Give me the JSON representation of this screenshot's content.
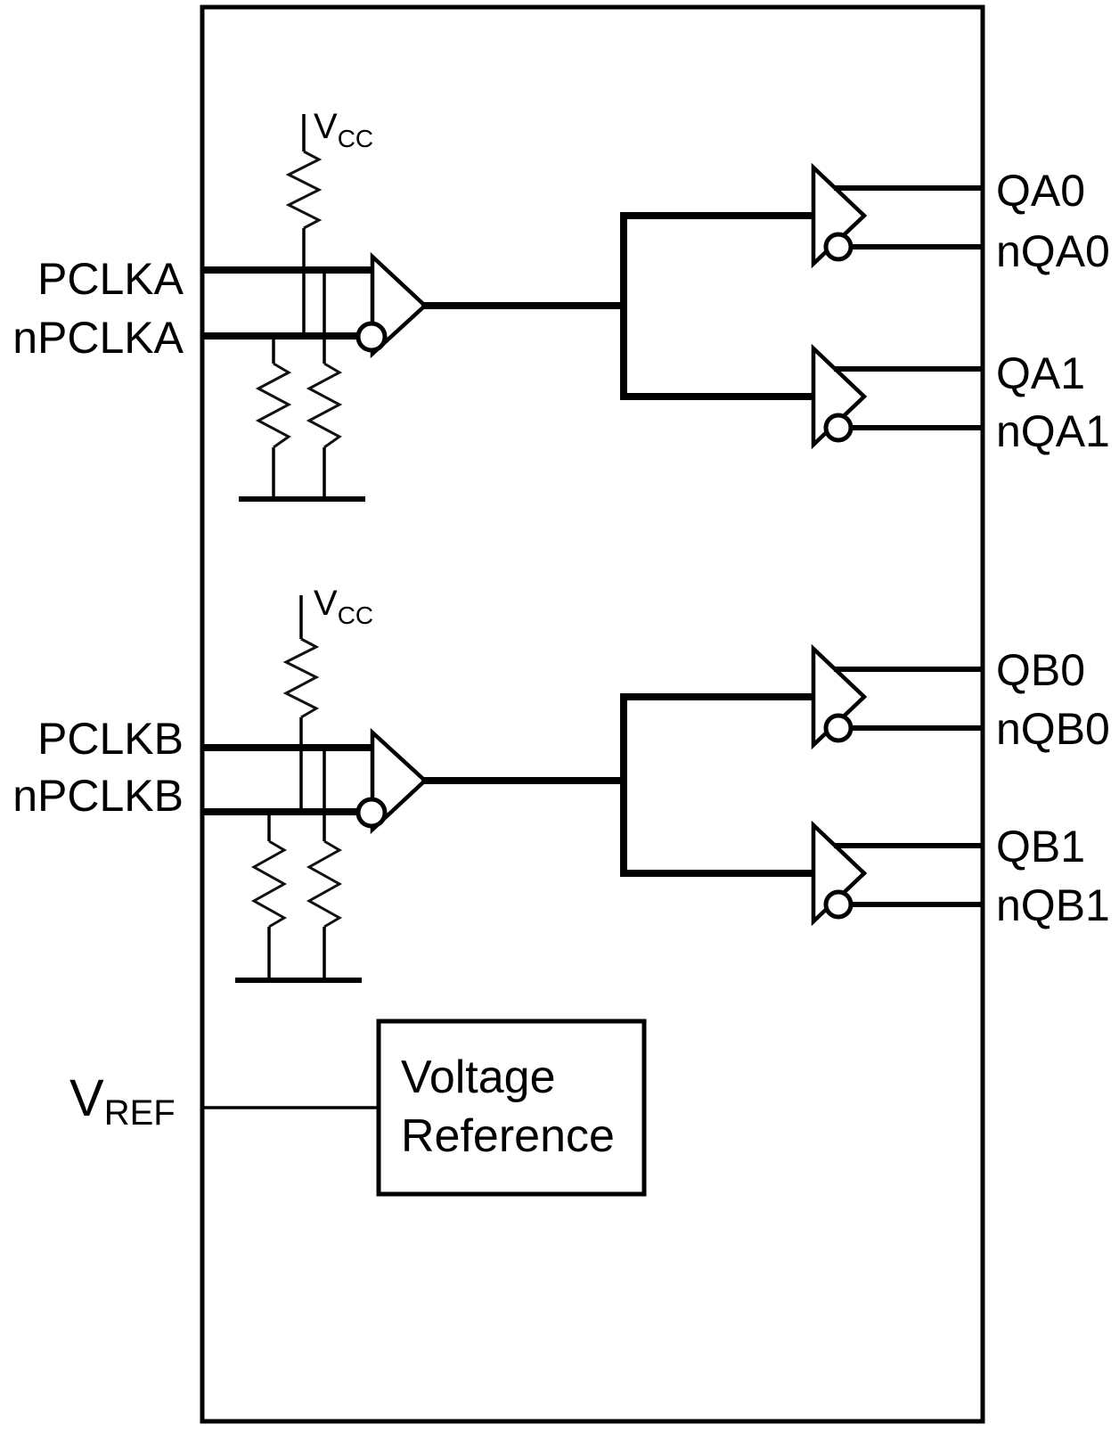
{
  "colors": {
    "background": "#ffffff",
    "line": "#000000",
    "resistor": "#111111",
    "text": "#000000"
  },
  "labels": {
    "inputs": {
      "pclka": "PCLKA",
      "npclka": "nPCLKA",
      "pclkb": "PCLKB",
      "npclkb": "nPCLKB"
    },
    "power": {
      "vcc_base": "V",
      "vcc_sub": "CC"
    },
    "reference": {
      "vref_base": "V",
      "vref_sub": "REF",
      "block_line1": "Voltage",
      "block_line2": "Reference"
    },
    "outputs": {
      "qa0": "QA0",
      "nqa0": "nQA0",
      "qa1": "QA1",
      "nqa1": "nQA1",
      "qb0": "QB0",
      "nqb0": "nQB0",
      "qb1": "QB1",
      "nqb1": "nQB1"
    }
  }
}
